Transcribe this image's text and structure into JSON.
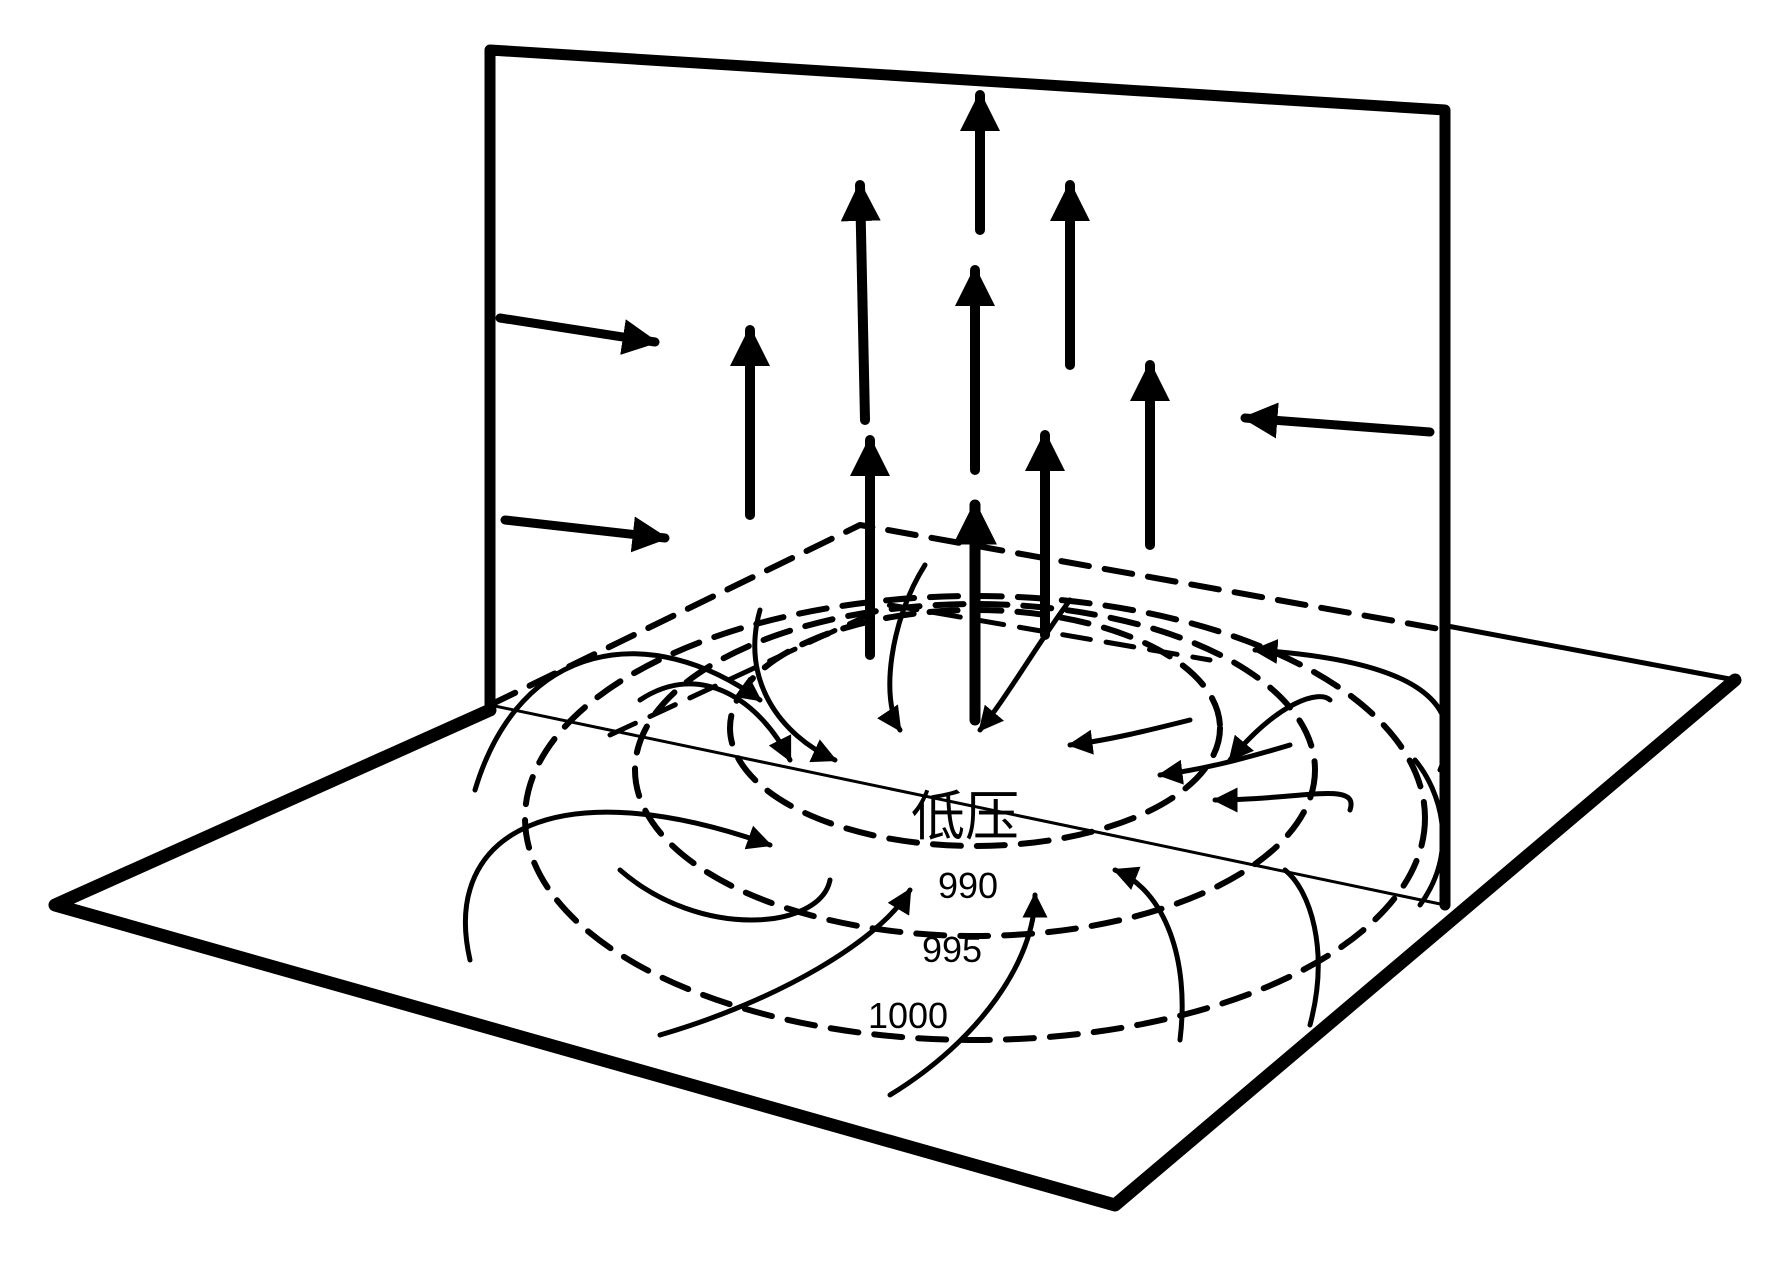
{
  "diagram": {
    "center_label": "低压",
    "isobars": [
      {
        "value": "990"
      },
      {
        "value": "995"
      },
      {
        "value": "1000"
      }
    ],
    "colors": {
      "ink": "#000000",
      "background": "#ffffff"
    }
  }
}
